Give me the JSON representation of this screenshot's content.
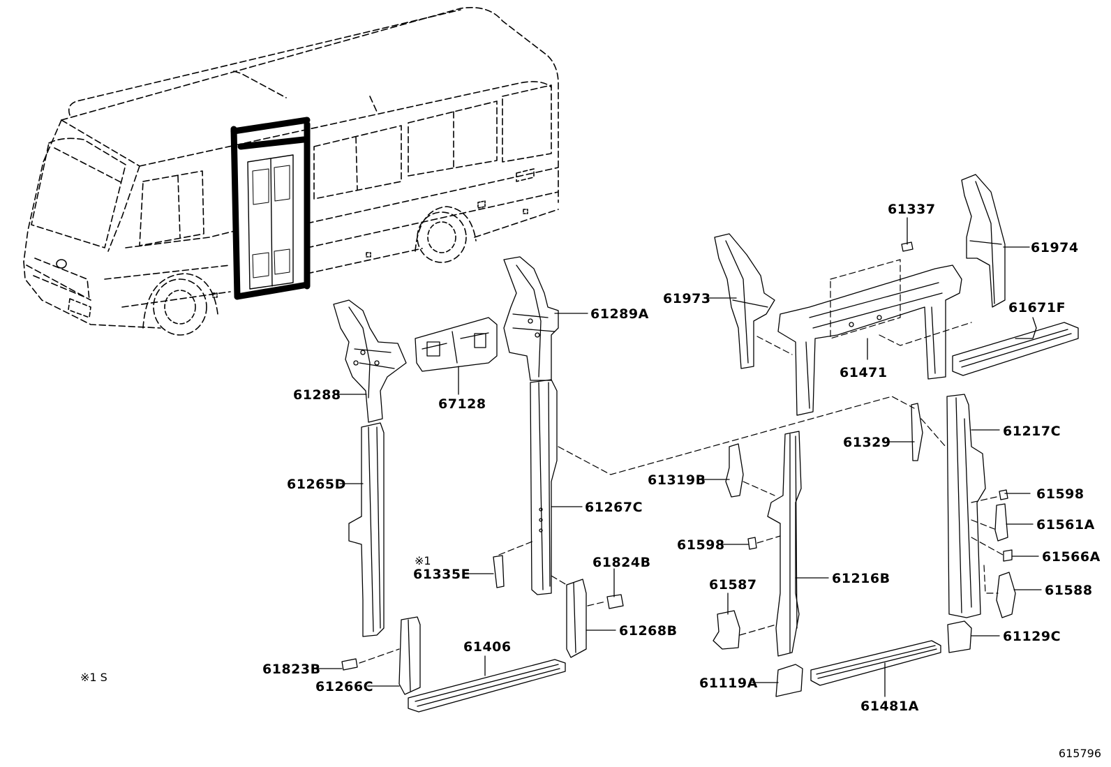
{
  "diagram_id": "615796",
  "note_marker": "※1",
  "note_legend": "※1 S",
  "colors": {
    "line": "#000000",
    "background": "#ffffff",
    "door_frame_highlight": "#000000"
  },
  "parts": {
    "p61337": "61337",
    "p61974": "61974",
    "p61973": "61973",
    "p61289A": "61289A",
    "p61671F": "61671F",
    "p61471": "61471",
    "p61288": "61288",
    "p67128": "67128",
    "p61217C": "61217C",
    "p61329": "61329",
    "p61265D": "61265D",
    "p61319B": "61319B",
    "p61267C": "61267C",
    "p61598a": "61598",
    "p61561A": "61561A",
    "p61598b": "61598",
    "p61566A": "61566A",
    "p61824B": "61824B",
    "p61335E": "61335E",
    "p61216B": "61216B",
    "p61587": "61587",
    "p61588": "61588",
    "p61406": "61406",
    "p61268B": "61268B",
    "p61129C": "61129C",
    "p61823B": "61823B",
    "p61266C": "61266C",
    "p61119A": "61119A",
    "p61481A": "61481A"
  }
}
